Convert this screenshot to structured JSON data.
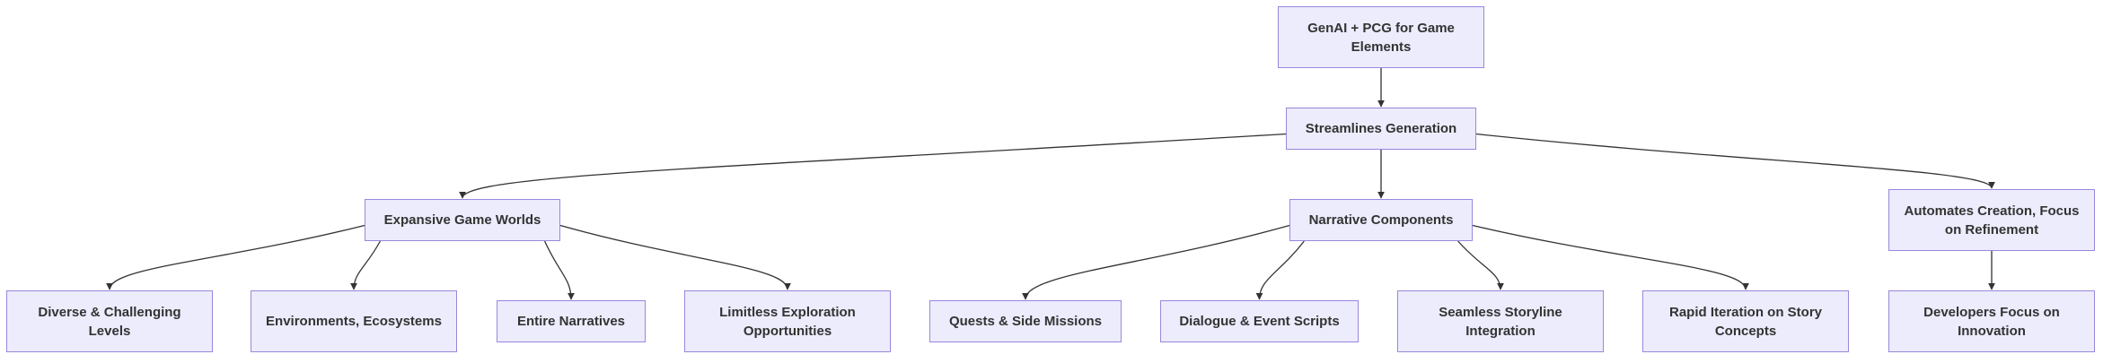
{
  "diagram": {
    "nodes": {
      "root": {
        "label": "GenAI + PCG for Game Elements"
      },
      "streamlines": {
        "label": "Streamlines Generation"
      },
      "worlds": {
        "label": "Expansive Game Worlds"
      },
      "narrative": {
        "label": "Narrative Components"
      },
      "automates": {
        "label": "Automates Creation, Focus on Refinement"
      },
      "levels": {
        "label": "Diverse & Challenging Levels"
      },
      "environments": {
        "label": "Environments, Ecosystems"
      },
      "entire": {
        "label": "Entire Narratives"
      },
      "limitless": {
        "label": "Limitless Exploration Opportunities"
      },
      "quests": {
        "label": "Quests & Side Missions"
      },
      "dialogue": {
        "label": "Dialogue & Event Scripts"
      },
      "seamless": {
        "label": "Seamless Storyline Integration"
      },
      "rapid": {
        "label": "Rapid Iteration on Story Concepts"
      },
      "developers": {
        "label": "Developers Focus on Innovation"
      }
    },
    "edges": [
      {
        "from": "root",
        "to": "streamlines"
      },
      {
        "from": "streamlines",
        "to": "worlds"
      },
      {
        "from": "streamlines",
        "to": "narrative"
      },
      {
        "from": "streamlines",
        "to": "automates"
      },
      {
        "from": "worlds",
        "to": "levels"
      },
      {
        "from": "worlds",
        "to": "environments"
      },
      {
        "from": "worlds",
        "to": "entire"
      },
      {
        "from": "worlds",
        "to": "limitless"
      },
      {
        "from": "narrative",
        "to": "quests"
      },
      {
        "from": "narrative",
        "to": "dialogue"
      },
      {
        "from": "narrative",
        "to": "seamless"
      },
      {
        "from": "narrative",
        "to": "rapid"
      },
      {
        "from": "automates",
        "to": "developers"
      }
    ]
  }
}
